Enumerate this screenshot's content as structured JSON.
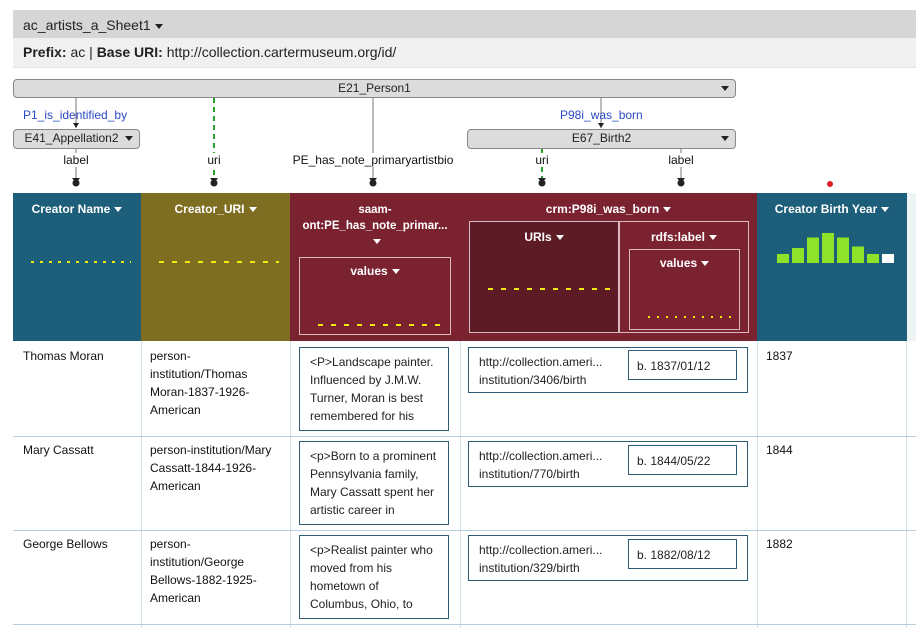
{
  "worksheet": {
    "title": "ac_artists_a_Sheet1"
  },
  "prefix": {
    "prefix_label": "Prefix:",
    "prefix_value": "ac",
    "separator": "|",
    "base_label": "Base URI:",
    "base_value": "http://collection.cartermuseum.org/id/"
  },
  "model": {
    "person_node": "E21_Person1",
    "appellation_node": "E41_Appellation2",
    "birth_node": "E67_Birth2",
    "link_identified": "P1_is_identified_by",
    "link_born": "P98i_was_born",
    "prop_label_1": "label",
    "prop_uri_1": "uri",
    "prop_note": "PE_has_note_primaryartistbio",
    "prop_uri_2": "uri",
    "prop_label_2": "label"
  },
  "columns": {
    "creator_name": "Creator Name",
    "creator_uri": "Creator_URI",
    "note_line1": "saam-",
    "note_line2": "ont:PE_has_note_primar...",
    "note_values": "values",
    "birth_group": "crm:P98i_was_born",
    "birth_uris": "URIs",
    "birth_label": "rdfs:label",
    "birth_label_values": "values",
    "birth_year": "Creator Birth Year"
  },
  "histograms": {
    "creator_name": [
      0,
      0,
      0,
      0,
      0,
      0,
      0,
      0,
      0,
      0,
      0,
      0,
      1,
      0.1
    ],
    "creator_uri": [
      0,
      0,
      0,
      0,
      0,
      0,
      0,
      0,
      0,
      0,
      0,
      0,
      0,
      1
    ],
    "note_values": [
      0,
      0,
      0,
      0,
      0,
      0,
      0,
      0,
      0,
      0,
      0,
      0,
      0,
      1
    ],
    "birth_uris": [
      0,
      0,
      0,
      0,
      0,
      0,
      0,
      0,
      0,
      0,
      0,
      0,
      0,
      1
    ],
    "birth_label_values": [
      0,
      0,
      0,
      0,
      0,
      0,
      0,
      0,
      0,
      0,
      1
    ],
    "birth_year": [
      0.3,
      0.5,
      0.85,
      1,
      0.85,
      0.55,
      0.3,
      0.3
    ]
  },
  "rows": [
    {
      "name": "Thomas Moran",
      "uri": [
        "person-",
        "institution/Thomas",
        "Moran-1837-1926-",
        "American"
      ],
      "note": [
        "<P>Landscape painter.",
        "Influenced by J.M.W.",
        "Turner, Moran is best",
        "remembered for his"
      ],
      "birth_uri": [
        "http://collection.ameri...",
        "institution/3406/birth"
      ],
      "birth_label": "b. 1837/01/12",
      "year": "1837"
    },
    {
      "name": "Mary Cassatt",
      "uri": [
        "person-institution/Mary",
        "Cassatt-1844-1926-",
        "American"
      ],
      "note": [
        "<p>Born to a prominent",
        "Pennsylvania family,",
        "Mary Cassatt spent her",
        "artistic career in"
      ],
      "birth_uri": [
        "http://collection.ameri...",
        "institution/770/birth"
      ],
      "birth_label": "b. 1844/05/22",
      "year": "1844"
    },
    {
      "name": "George Bellows",
      "uri": [
        "person-",
        "institution/George",
        "Bellows-1882-1925-",
        "American"
      ],
      "note": [
        "<p>Realist painter who",
        "moved from his",
        "hometown of",
        "Columbus, Ohio, to"
      ],
      "birth_uri": [
        "http://collection.ameri...",
        "institution/329/birth"
      ],
      "birth_label": "b. 1882/08/12",
      "year": "1882"
    }
  ],
  "colors": {
    "blue": "#1d5e7a",
    "olive": "#7d6e22",
    "maroon": "#7b2230",
    "deep": "#5c1b25",
    "yellow": "#f2ea0d",
    "green": "#8fe22a",
    "link": "#2a49c6",
    "alert": "#e02020"
  }
}
